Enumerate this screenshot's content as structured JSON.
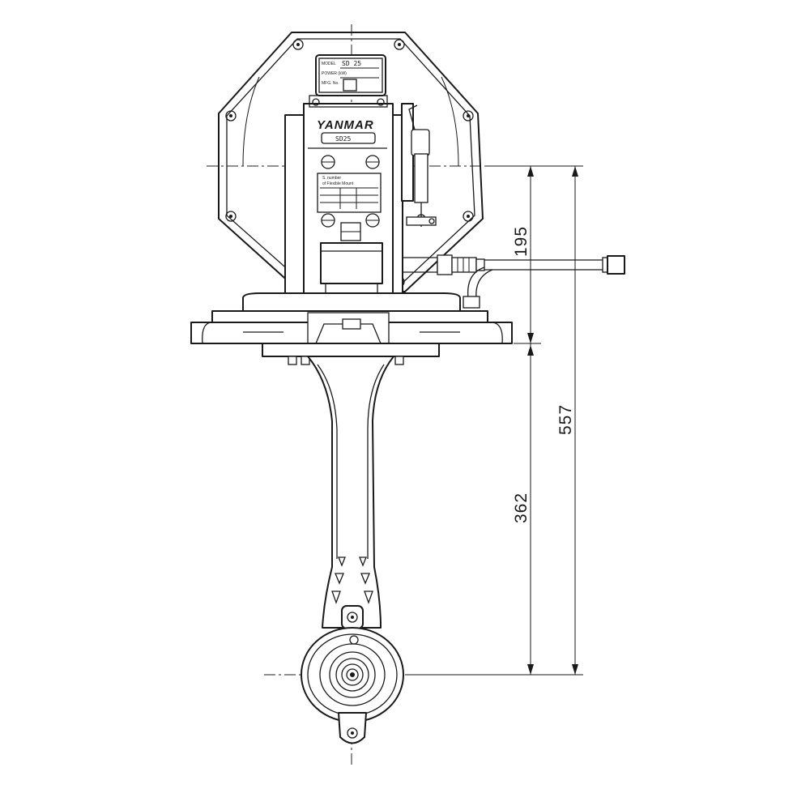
{
  "drawing": {
    "brand_logo": "YANMAR",
    "model_plate_text": "SD 25",
    "model_label_text": "SD25",
    "nameplate_small_labels": [
      "MODEL",
      "POWER (kW)",
      "MFG. No."
    ],
    "spec_plate_lines": [
      "S. number",
      "of Flexible Mount"
    ]
  },
  "dimensions": {
    "upper_height": "195",
    "overall_height": "557",
    "lower_height": "362"
  }
}
